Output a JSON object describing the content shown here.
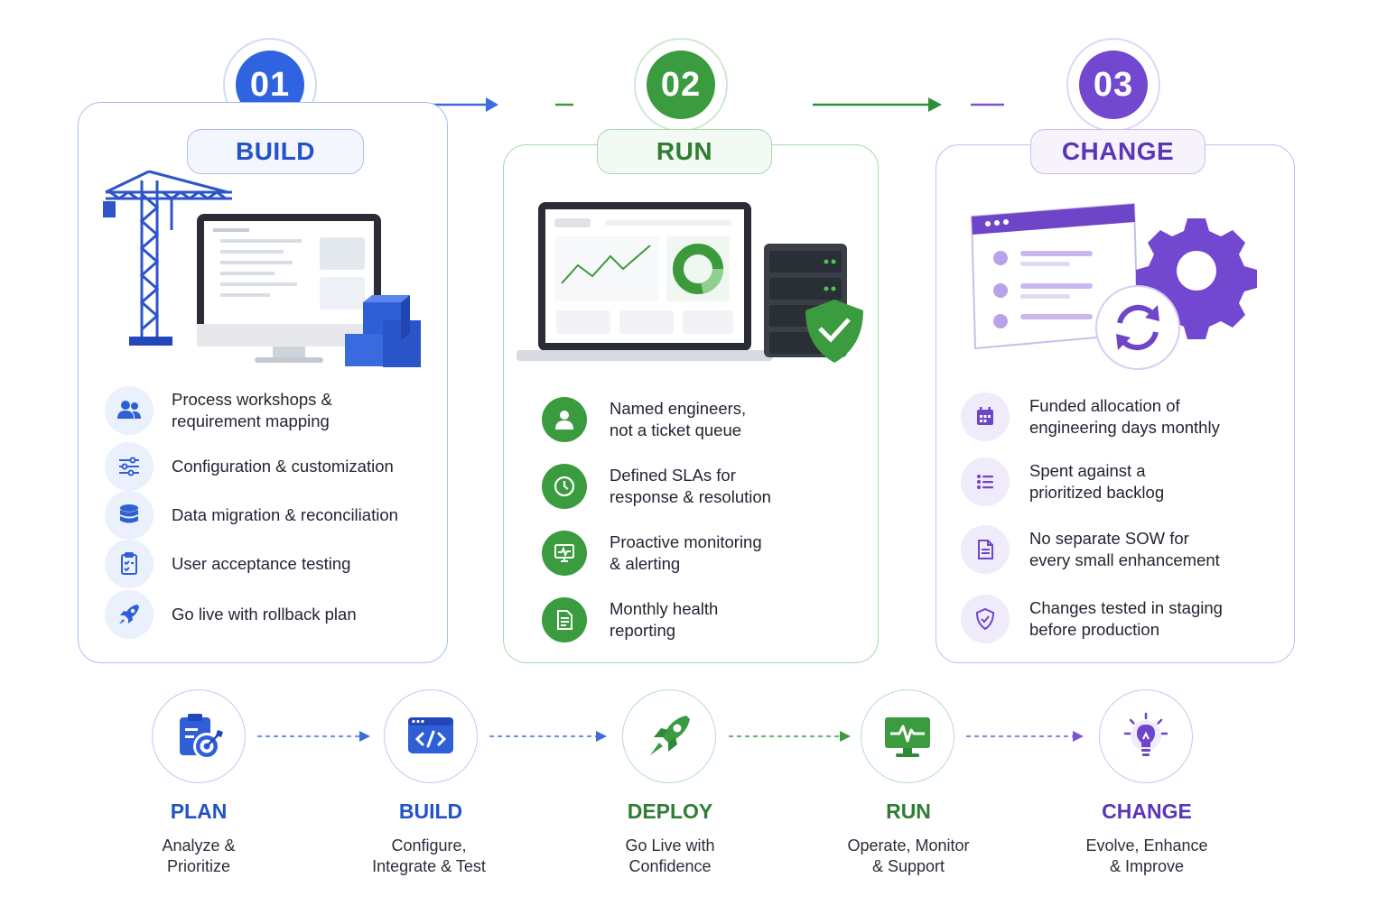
{
  "colors": {
    "blue": "#2f5fd6",
    "green": "#3c9a3c",
    "purple": "#6e45c9"
  },
  "stages": [
    {
      "number": "01",
      "title": "BUILD",
      "items": [
        {
          "icon": "users-icon",
          "text": "Process workshops &\nrequirement mapping"
        },
        {
          "icon": "sliders-icon",
          "text": "Configuration & customization"
        },
        {
          "icon": "database-icon",
          "text": "Data migration & reconciliation"
        },
        {
          "icon": "clipboard-check-icon",
          "text": "User acceptance testing"
        },
        {
          "icon": "rocket-icon",
          "text": "Go live with rollback plan"
        }
      ]
    },
    {
      "number": "02",
      "title": "RUN",
      "items": [
        {
          "icon": "user-icon",
          "text": "Named engineers,\nnot a ticket queue"
        },
        {
          "icon": "clock-icon",
          "text": "Defined SLAs for\nresponse & resolution"
        },
        {
          "icon": "monitor-pulse-icon",
          "text": "Proactive monitoring\n& alerting"
        },
        {
          "icon": "report-icon",
          "text": "Monthly health\nreporting"
        }
      ]
    },
    {
      "number": "03",
      "title": "CHANGE",
      "items": [
        {
          "icon": "calendar-icon",
          "text": "Funded allocation of\nengineering days monthly"
        },
        {
          "icon": "list-icon",
          "text": "Spent against a\nprioritized backlog"
        },
        {
          "icon": "document-icon",
          "text": "No separate SOW for\nevery small enhancement"
        },
        {
          "icon": "shield-check-icon",
          "text": "Changes tested in staging\nbefore production"
        }
      ]
    }
  ],
  "flow": [
    {
      "icon": "target-clipboard-icon",
      "title": "PLAN",
      "subtitle": "Analyze &\nPrioritize"
    },
    {
      "icon": "code-window-icon",
      "title": "BUILD",
      "subtitle": "Configure,\nIntegrate & Test"
    },
    {
      "icon": "rocket-icon",
      "title": "DEPLOY",
      "subtitle": "Go Live with\nConfidence"
    },
    {
      "icon": "monitor-pulse-icon",
      "title": "RUN",
      "subtitle": "Operate, Monitor\n& Support"
    },
    {
      "icon": "lightbulb-icon",
      "title": "CHANGE",
      "subtitle": "Evolve, Enhance\n& Improve"
    }
  ]
}
